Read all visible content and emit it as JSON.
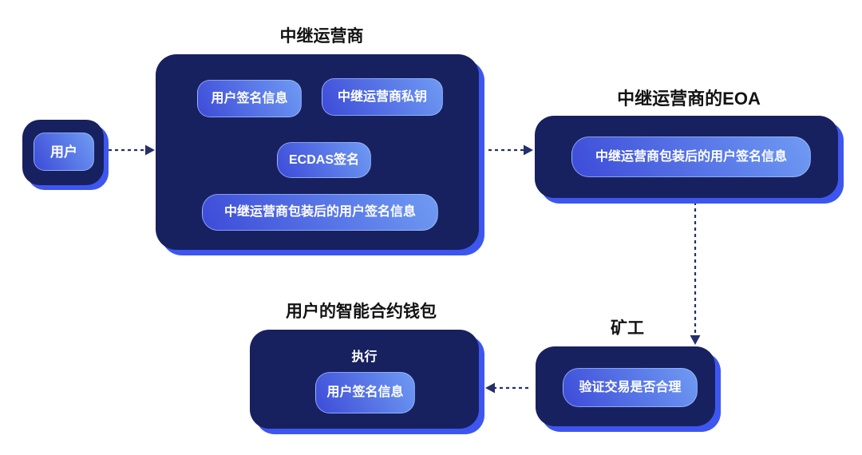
{
  "diagram": {
    "background": "#ffffff",
    "colors": {
      "panel_fill": "#18215f",
      "panel_glow": "#3e56f0",
      "chip_gradient_start": "#3d4bd8",
      "chip_gradient_end": "#6f9bf3",
      "chip_text": "#ffffff",
      "title_text": "#131313",
      "edge_color": "#242f6b",
      "inner_connector_color": "#d6dfff"
    },
    "nodes": {
      "user": {
        "label": "用户"
      },
      "relay": {
        "title": "中继运营商",
        "chips": {
          "user_sig": "用户签名信息",
          "private_key": "中继运营商私钥",
          "ecdas": "ECDAS签名",
          "wrapped": "中继运营商包装后的用户签名信息"
        }
      },
      "eoa": {
        "title": "中继运营商的EOA",
        "chip": "中继运营商包装后的用户签名信息"
      },
      "miner": {
        "title": "矿工",
        "chip": "验证交易是否合理"
      },
      "wallet": {
        "title": "用户的智能合约钱包",
        "exec_label": "执行",
        "chip": "用户签名信息"
      }
    },
    "edges": [
      {
        "from": "user",
        "to": "relay",
        "style": "dashed-arrow"
      },
      {
        "from": "relay",
        "to": "eoa",
        "style": "dashed-arrow"
      },
      {
        "from": "eoa",
        "to": "miner",
        "style": "dashed-arrow"
      },
      {
        "from": "miner",
        "to": "wallet",
        "style": "dashed-arrow"
      }
    ],
    "internal_edges": [
      {
        "from": [
          "user_sig",
          "private_key"
        ],
        "to": "ecdas",
        "style": "dashed"
      },
      {
        "from": "ecdas",
        "to": "wrapped",
        "style": "dashed"
      }
    ]
  }
}
